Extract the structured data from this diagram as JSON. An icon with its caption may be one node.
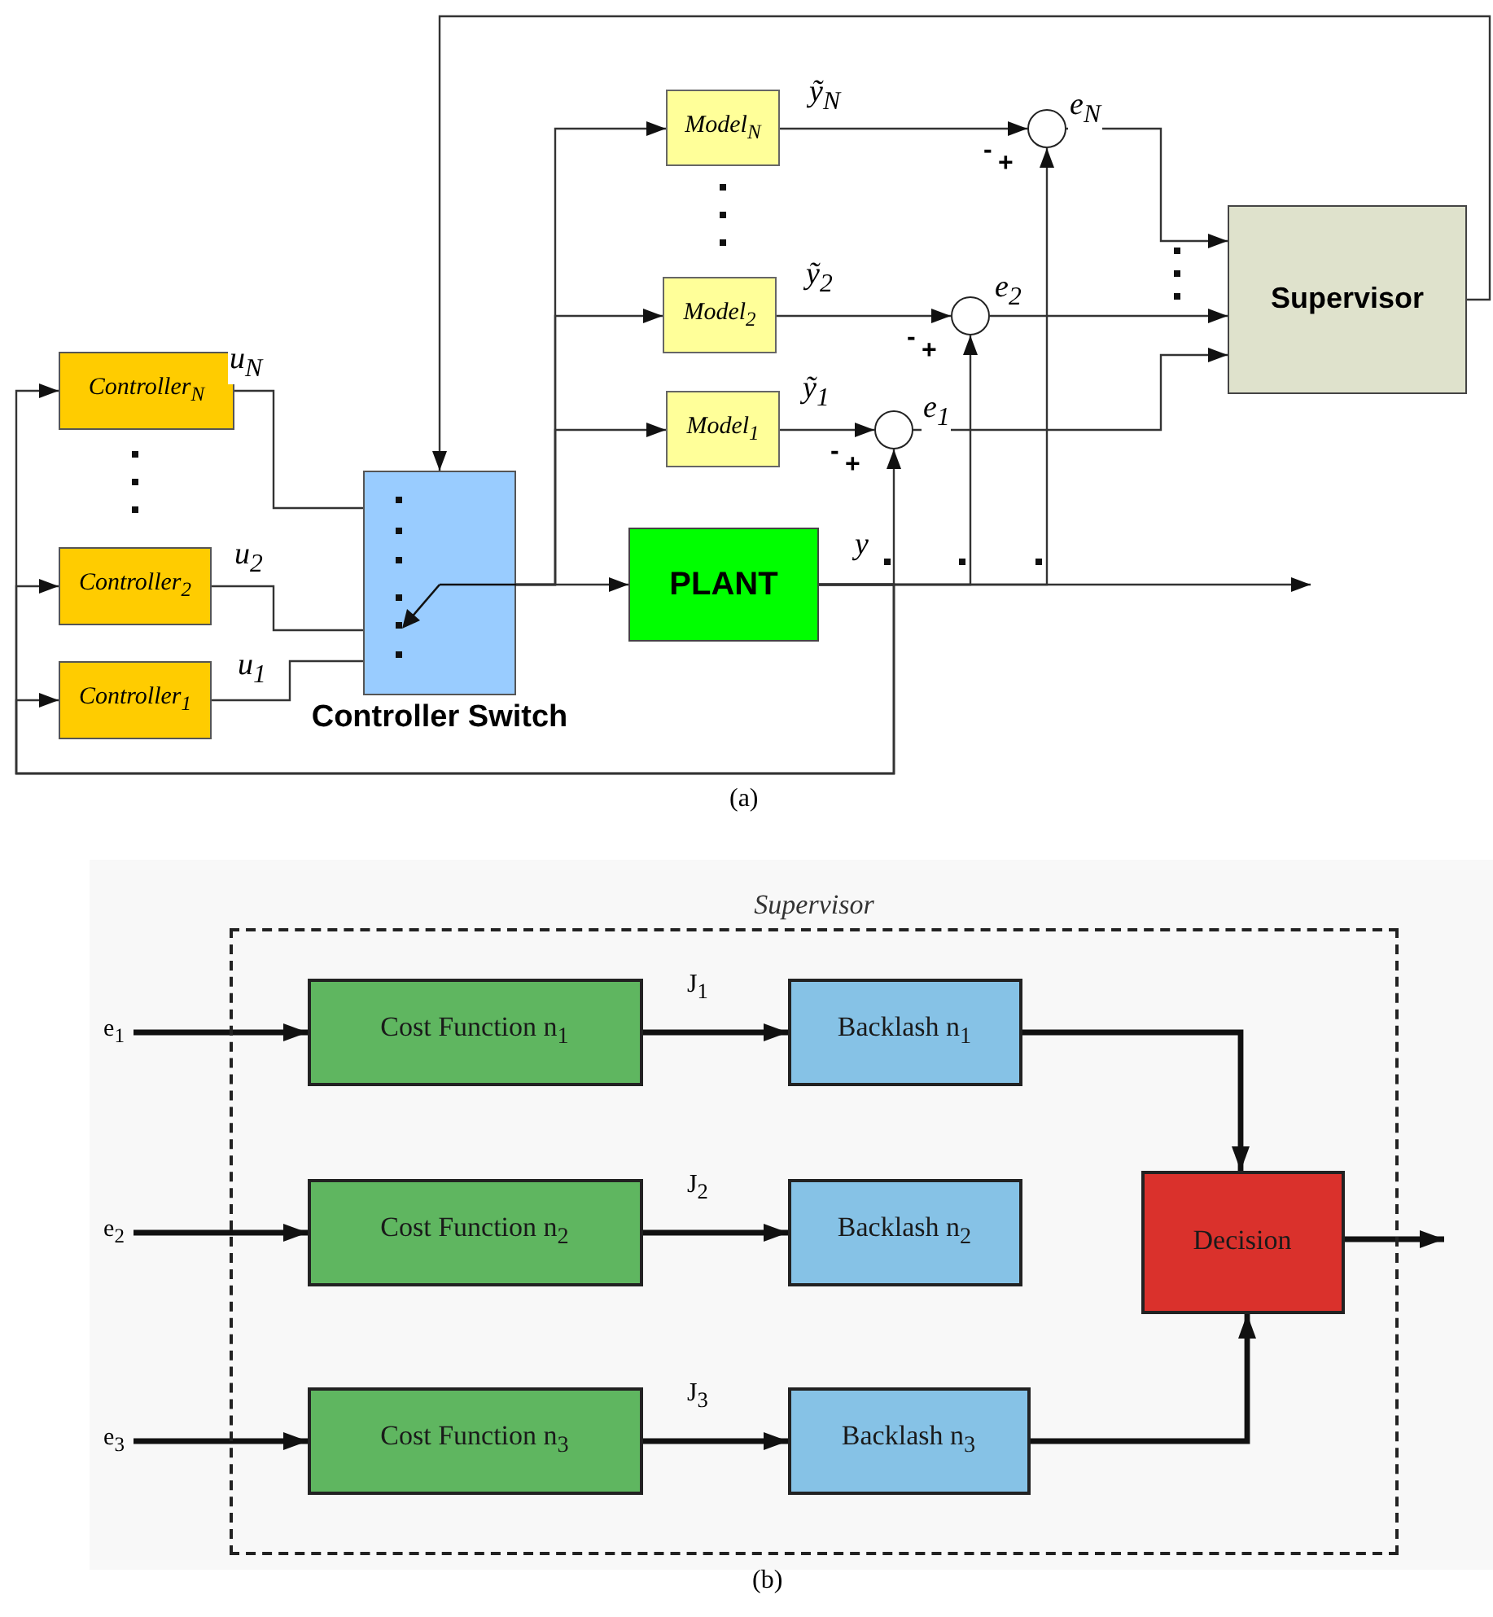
{
  "diagram": {
    "nodes": [
      {
        "text": [
          "Controller$_{N}$"
        ]
      },
      {
        "text": [
          "Controller$_{2}$"
        ]
      },
      {
        "text": [
          "Controller$_{1}$"
        ]
      },
      {
        "text": [
          "Controller Switch"
        ]
      },
      {
        "text": [
          "Model$_{N}$"
        ]
      },
      {
        "text": [
          "Model$_{2}$"
        ]
      },
      {
        "text": [
          "Model$_{1}$"
        ]
      },
      {
        "text": [
          "PLANT"
        ]
      },
      {
        "text": [],
        "shape": "circle",
        "beside": [
          "-",
          "+"
        ]
      },
      {
        "text": [],
        "shape": "circle",
        "beside": [
          "-",
          "+"
        ]
      },
      {
        "text": [],
        "shape": "circle",
        "beside": [
          "-",
          "+"
        ]
      },
      {
        "text": [
          "Supervisor"
        ]
      },
      {
        "text": [
          "Supervisor"
        ]
      },
      {
        "text": [
          "e$_{1}$"
        ]
      },
      {
        "text": [
          "e$_{2}$"
        ]
      },
      {
        "text": [
          "e$_{3}$"
        ]
      },
      {
        "text": [
          "Cost Function n$_{1}$"
        ],
        "in": 12
      },
      {
        "text": [
          "Backlash n$_{1}$"
        ],
        "in": 12
      },
      {
        "text": [
          "Cost Function n$_{2}$"
        ],
        "in": 12
      },
      {
        "text": [
          "Backlash n$_{2}$"
        ],
        "in": 12
      },
      {
        "text": [
          "Cost Function n$_{3}$"
        ],
        "in": 12
      },
      {
        "text": [
          "Backlash n$_{3}$"
        ],
        "in": 12
      },
      {
        "text": [
          "Decision"
        ],
        "in": 12
      }
    ],
    "edges": [
      {
        "from": 11,
        "to": 3,
        "arrow": "to"
      },
      {
        "from": 0,
        "to": 3,
        "arrow": "none",
        "label": "u$_{N}$"
      },
      {
        "from": 1,
        "to": 3,
        "arrow": "none",
        "label": "u$_{2}$"
      },
      {
        "from": 2,
        "to": 3,
        "arrow": "none",
        "label": "u$_{1}$"
      },
      {
        "from": 3,
        "to": 7,
        "arrow": "to"
      },
      {
        "from": 3,
        "to": 4,
        "arrow": "to"
      },
      {
        "from": 3,
        "to": 5,
        "arrow": "to"
      },
      {
        "from": 3,
        "to": 6,
        "arrow": "to"
      },
      {
        "from": 4,
        "to": 8,
        "arrow": "to",
        "label": "ỹ$_{N}$"
      },
      {
        "from": 5,
        "to": 9,
        "arrow": "to",
        "label": "ỹ$_{2}$"
      },
      {
        "from": 6,
        "to": 10,
        "arrow": "to",
        "label": "ỹ$_{1}$"
      },
      {
        "from": 7,
        "to": null,
        "arrow": "to",
        "label": "y"
      },
      {
        "from": 7,
        "to": 10,
        "arrow": "to"
      },
      {
        "from": 7,
        "to": 9,
        "arrow": "to"
      },
      {
        "from": 7,
        "to": 8,
        "arrow": "to"
      },
      {
        "from": 7,
        "to": 0,
        "arrow": "to"
      },
      {
        "from": 7,
        "to": 1,
        "arrow": "to"
      },
      {
        "from": 7,
        "to": 2,
        "arrow": "to"
      },
      {
        "from": 8,
        "to": 11,
        "arrow": "to",
        "label": "e$_{N}$"
      },
      {
        "from": 9,
        "to": 11,
        "arrow": "to",
        "label": "e$_{2}$"
      },
      {
        "from": 10,
        "to": 11,
        "arrow": "to",
        "label": "e$_{1}$"
      },
      {
        "from": 13,
        "to": 16,
        "arrow": "to",
        "style": "thick"
      },
      {
        "from": 14,
        "to": 18,
        "arrow": "to",
        "style": "thick"
      },
      {
        "from": 15,
        "to": 20,
        "arrow": "to",
        "style": "thick"
      },
      {
        "from": 16,
        "to": 17,
        "arrow": "to",
        "style": "thick",
        "label": "J$_{1}$"
      },
      {
        "from": 18,
        "to": 19,
        "arrow": "to",
        "style": "thick",
        "label": "J$_{2}$"
      },
      {
        "from": 20,
        "to": 21,
        "arrow": "to",
        "style": "thick",
        "label": "J$_{3}$"
      },
      {
        "from": 17,
        "to": 22,
        "arrow": "to",
        "style": "thick"
      },
      {
        "from": 21,
        "to": 22,
        "arrow": "to",
        "style": "thick"
      },
      {
        "from": 22,
        "to": null,
        "arrow": "to",
        "style": "thick"
      }
    ],
    "labels": [
      "(a)",
      "(b)"
    ]
  }
}
